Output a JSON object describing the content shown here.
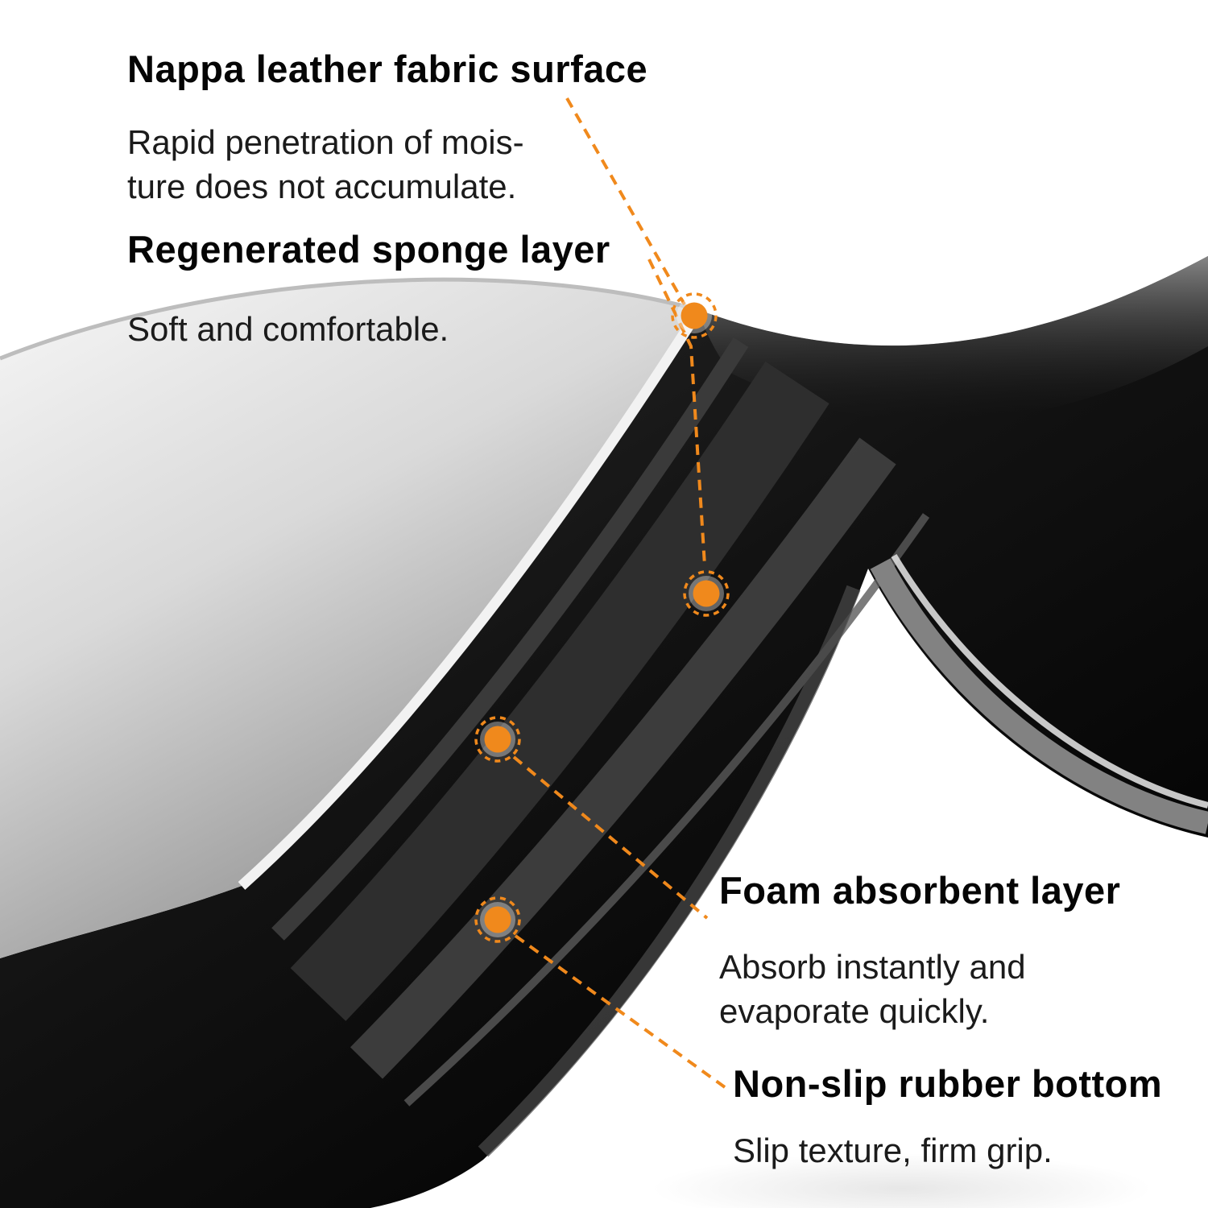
{
  "colors": {
    "accent_orange": "#F0891C",
    "heading_text": "#050505",
    "body_text": "#1B1B1B",
    "fabric_gray": "#D9D9D9",
    "mat_black": "#0D0D0D",
    "mesh_gray": "#828282",
    "background": "#FFFFFF"
  },
  "callouts": {
    "nappa": {
      "title": "Nappa leather fabric surface",
      "line1": "Rapid penetration of mois-",
      "line2": "ture does not accumulate."
    },
    "sponge": {
      "title": "Regenerated sponge layer",
      "line1": "Soft and comfortable."
    },
    "foam": {
      "title": "Foam absorbent layer",
      "line1": "Absorb instantly and",
      "line2": "evaporate quickly."
    },
    "rubber": {
      "title": "Non-slip rubber bottom",
      "line1": "Slip texture, firm grip."
    }
  },
  "markers": [
    {
      "name": "nappa-leather-marker"
    },
    {
      "name": "sponge-layer-marker"
    },
    {
      "name": "foam-layer-marker"
    },
    {
      "name": "rubber-bottom-marker"
    }
  ]
}
